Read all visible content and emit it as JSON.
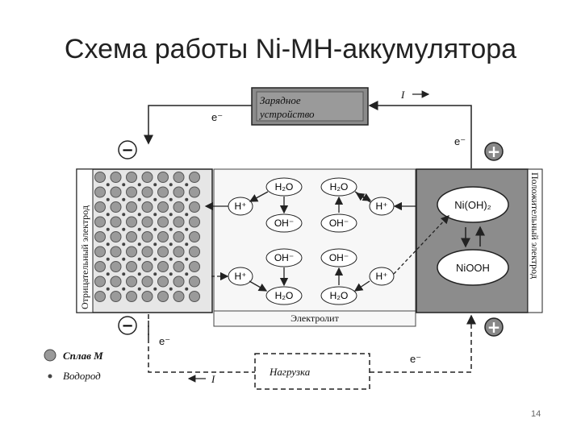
{
  "slide": {
    "title": "Схема работы Ni-MH-аккумулятора",
    "page_number": "14"
  },
  "diagram": {
    "charger_label_line1": "Зарядное",
    "charger_label_line2": "устройство",
    "load_label": "Нагрузка",
    "electrolyte_label": "Электролит",
    "negative_electrode_label": "Отрицательный электрод",
    "positive_electrode_label": "Положительный электрод",
    "minus_sign": "−",
    "plus_sign": "+",
    "electron": "e⁻",
    "current": "I",
    "h2o": "H₂O",
    "oh": "OH⁻",
    "h_plus": "H⁺",
    "ni_oh2": "Ni(OH)₂",
    "niooh": "NiOOH",
    "legend": {
      "alloy": "Сплав M",
      "hydrogen": "Водород"
    }
  }
}
